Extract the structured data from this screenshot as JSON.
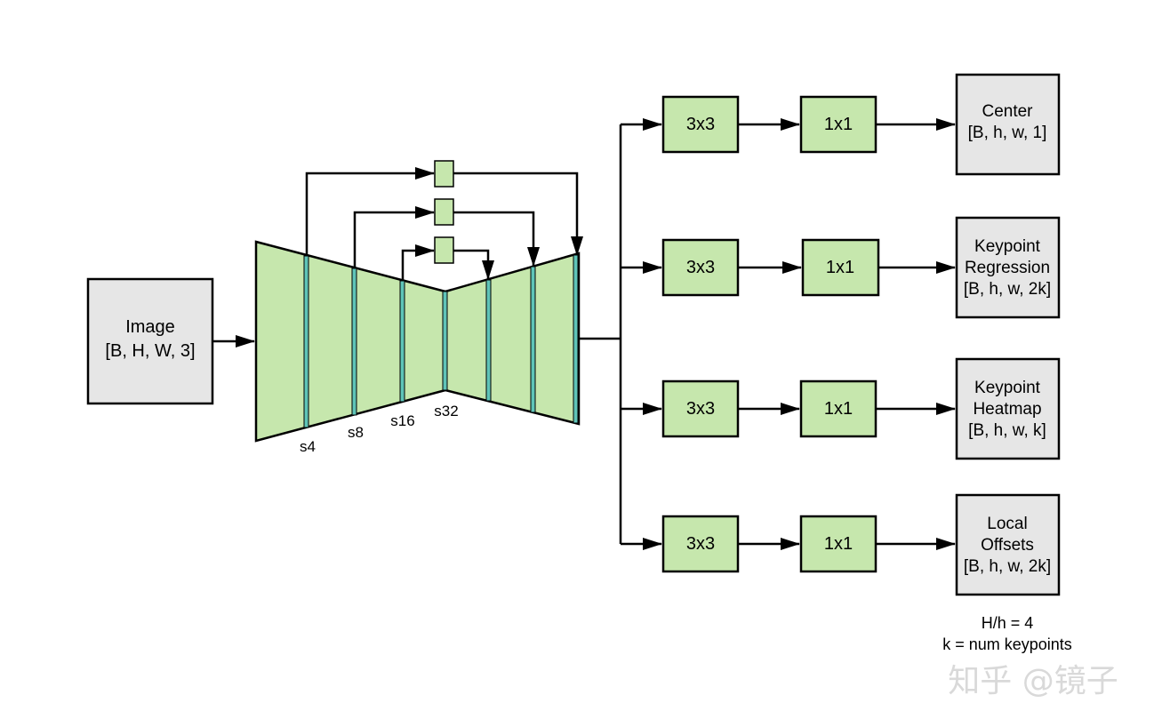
{
  "input": {
    "line1": "Image",
    "line2": "[B, H, W, 3]"
  },
  "backbone": {
    "strides": [
      "s4",
      "s8",
      "s16",
      "s32"
    ]
  },
  "heads": [
    {
      "conv1": "3x3",
      "conv2": "1x1",
      "out_lines": [
        "Center",
        "[B, h, w, 1]"
      ]
    },
    {
      "conv1": "3x3",
      "conv2": "1x1",
      "out_lines": [
        "Keypoint",
        "Regression",
        "[B, h, w, 2k]"
      ]
    },
    {
      "conv1": "3x3",
      "conv2": "1x1",
      "out_lines": [
        "Keypoint",
        "Heatmap",
        "[B, h, w, k]"
      ]
    },
    {
      "conv1": "3x3",
      "conv2": "1x1",
      "out_lines": [
        "Local",
        "Offsets",
        "[B, h, w, 2k]"
      ]
    }
  ],
  "notes": [
    "H/h = 4",
    "k = num keypoints"
  ],
  "watermark": "知乎 @镜子",
  "colors": {
    "green_fill": "#c6e7ad",
    "grey_fill": "#e6e6e6",
    "stroke": "#000000",
    "stripe": "#5fc4b8"
  }
}
